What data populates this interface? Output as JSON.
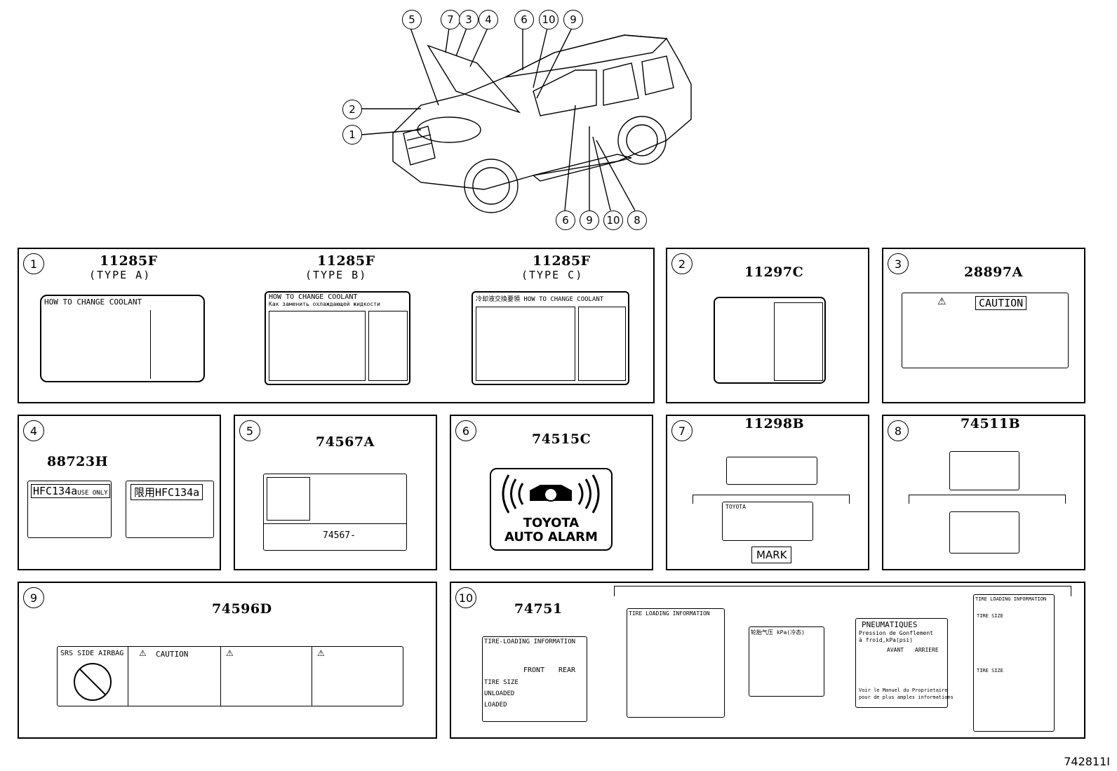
{
  "overview": {
    "callouts_top": [
      "5",
      "7",
      "3",
      "4",
      "6",
      "10",
      "9"
    ],
    "callouts_left": [
      "2",
      "1"
    ],
    "callouts_bottom": [
      "6",
      "9",
      "10",
      "8"
    ]
  },
  "panels": {
    "p1": {
      "num": "1",
      "labels": [
        {
          "part": "11285F",
          "type": "(TYPE A)",
          "title": "HOW TO CHANGE COOLANT"
        },
        {
          "part": "11285F",
          "type": "(TYPE B)",
          "title": "HOW TO CHANGE COOLANT",
          "subtitle": "Как заменить охлаждающей жидкости"
        },
        {
          "part": "11285F",
          "type": "(TYPE C)",
          "title": "冷却液交換要領   HOW TO CHANGE COOLANT"
        }
      ]
    },
    "p2": {
      "num": "2",
      "part": "11297C"
    },
    "p3": {
      "num": "3",
      "part": "28897A",
      "caution": "CAUTION"
    },
    "p4": {
      "num": "4",
      "part": "88723H",
      "label_a": "HFC134a",
      "label_a_suffix": "USE ONLY",
      "label_b": "限用HFC134a"
    },
    "p5": {
      "num": "5",
      "part": "74567A",
      "code": "74567-"
    },
    "p6": {
      "num": "6",
      "part": "74515C",
      "line1": "TOYOTA",
      "line2": "AUTO ALARM"
    },
    "p7": {
      "num": "7",
      "part": "11298B",
      "brand": "TOYOTA",
      "mark": "MARK"
    },
    "p8": {
      "num": "8",
      "part": "74511B"
    },
    "p9": {
      "num": "9",
      "part": "74596D",
      "airbag": "SRS SIDE AIRBAG",
      "caution": "CAUTION"
    },
    "p10": {
      "num": "10",
      "part": "74751",
      "tire_title": "TIRE-LOADING INFORMATION",
      "front": "FRONT",
      "rear": "REAR",
      "rows": [
        "TIRE SIZE",
        "UNLOADED",
        "LOADED"
      ],
      "alt_title": "TIRE LOADING INFORMATION",
      "cn_title": "轮胎气压 kPa(冷态)",
      "fr_title": "PNEUMATIQUES",
      "fr_sub1": "Pression de Gonflement",
      "fr_sub2": "à froid,kPa(psi)",
      "fr_avant": "AVANT",
      "fr_arriere": "ARRIERE",
      "fr_note1": "Voir le Manuel du Proprietaire",
      "fr_note2": "pour de plus amples informations",
      "right_title": "TIRE LOADING INFORMATION",
      "right_rows": [
        "TIRE SIZE",
        "TIRE SIZE"
      ]
    }
  },
  "footer": "742811I"
}
